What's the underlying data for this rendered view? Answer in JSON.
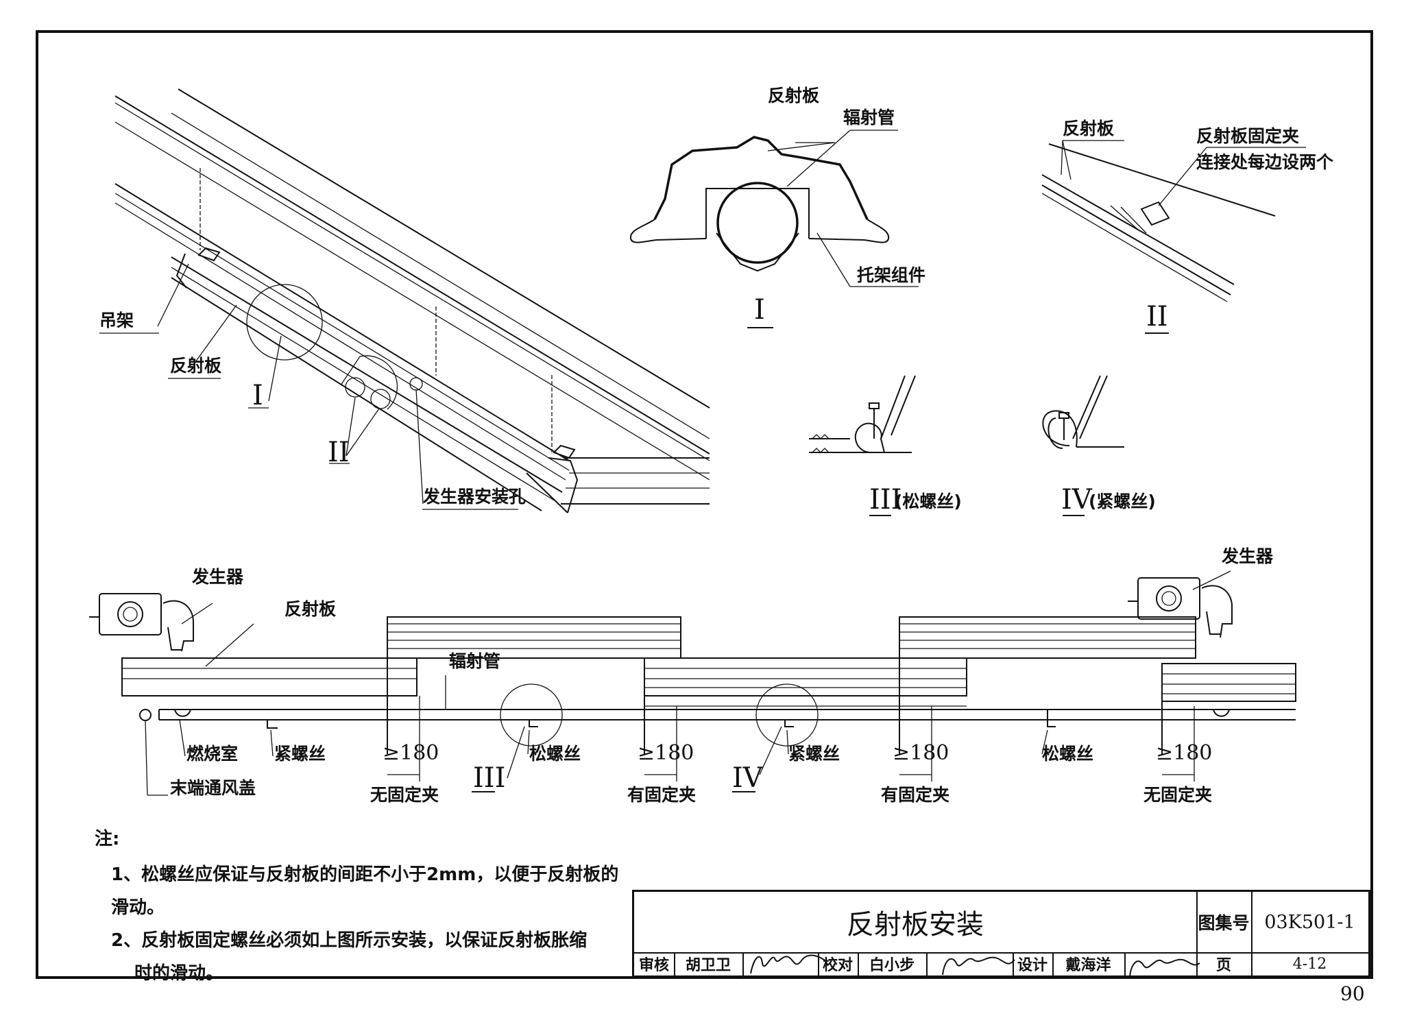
{
  "callouts": {
    "hanger": "吊架",
    "reflector_left": "反射板",
    "generator_hole": "发生器安装孔",
    "detail_i_reflector": "反射板",
    "detail_i_tube": "辐射管",
    "detail_i_bracket": "托架组件",
    "detail_ii_reflector": "反射板",
    "detail_ii_clip_line1": "反射板固定夹",
    "detail_ii_clip_line2": "连接处每边设两个",
    "generator_left": "发生器",
    "generator_right": "发生器",
    "reflector_bottom": "反射板",
    "tube_bottom": "辐射管",
    "combustion_chamber": "燃烧室",
    "end_vent_cap": "末端通风盖",
    "tight_screw_1": "紧螺丝",
    "loose_screw_1": "松螺丝",
    "tight_screw_2": "紧螺丝",
    "loose_screw_2": "松螺丝",
    "no_clip_1": "无固定夹",
    "clip_1": "有固定夹",
    "clip_2": "有固定夹",
    "no_clip_2": "无固定夹"
  },
  "detail_marks": {
    "i_iso": "I",
    "ii_iso": "II",
    "i_title": "I",
    "ii_title": "II",
    "iii_title": "III",
    "iii_note": "(松螺丝)",
    "iv_title": "IV",
    "iv_note": "(紧螺丝)",
    "iii_bottom": "III",
    "iv_bottom": "IV"
  },
  "dimensions": {
    "d1": "≥180",
    "d2": "≥180",
    "d3": "≥180",
    "d4": "≥180"
  },
  "notes": {
    "heading": "注:",
    "item1": "1、松螺丝应保证与反射板的间距不小于2mm，以便于反射板的滑动。",
    "item2_line1": "2、反射板固定螺丝必须如上图所示安装，以保证反射板胀缩",
    "item2_line2": "时的滑动。"
  },
  "title_block": {
    "title": "反射板安装",
    "atlas_label": "图集号",
    "atlas_number": "03K501-1",
    "review_label": "审核",
    "reviewer": "胡卫卫",
    "check_label": "校对",
    "checker": "白小步",
    "design_label": "设计",
    "designer": "戴海洋",
    "page_label": "页",
    "page_value": "4-12"
  },
  "page_number": "90"
}
